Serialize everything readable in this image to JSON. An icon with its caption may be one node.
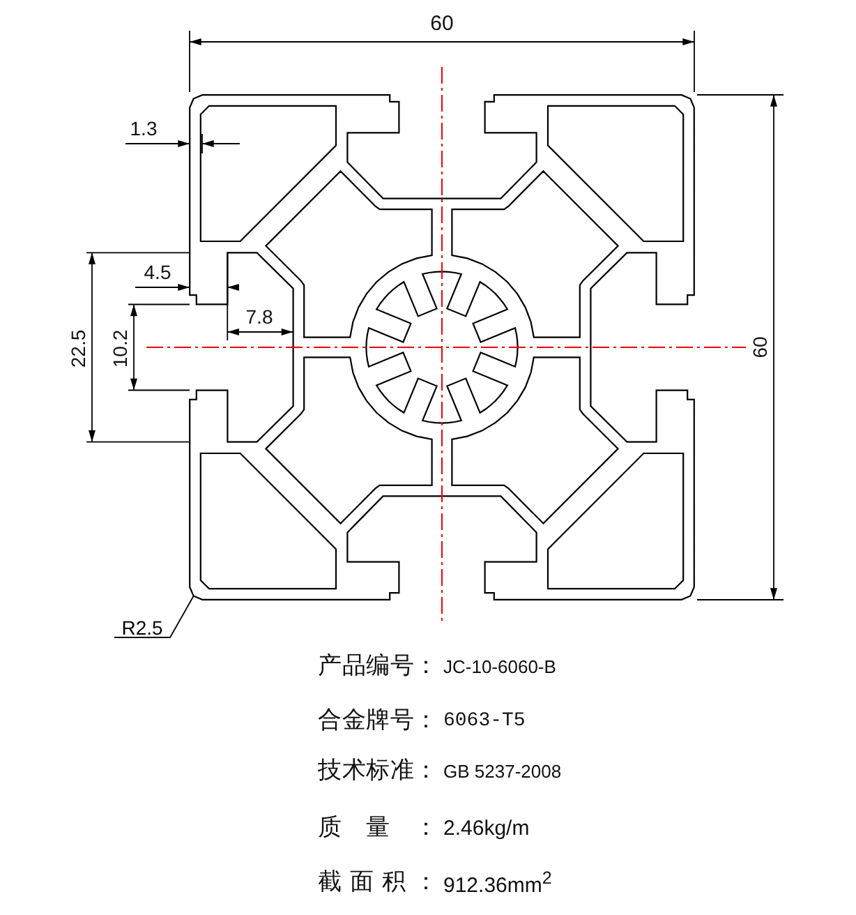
{
  "diagram": {
    "nodes": [
      {
        "text": [],
        "shape": "picture"
      },
      {
        "text": [
          "R2.5"
        ]
      }
    ],
    "edges": [
      {
        "from": 1,
        "to": 0,
        "arrow": "none"
      }
    ],
    "labels": [
      "60",
      "1.3",
      "4.5",
      "7.8",
      "22.5",
      "10.2",
      "60",
      "产品编号：",
      "JC-10-6060-B",
      "合金牌号：",
      "6063-T5",
      "技术标准：",
      "GB 5237-2008",
      "质量：",
      "2.46kg/m",
      "截面积：",
      "912.36mm$^{2}$"
    ]
  }
}
